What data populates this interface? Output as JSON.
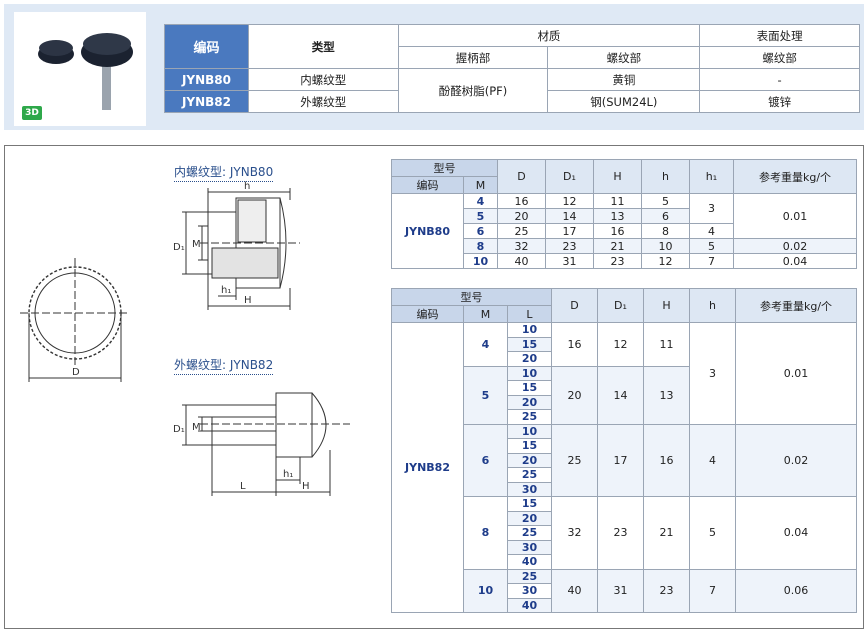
{
  "header_table": {
    "headers": {
      "code": "编码",
      "type": "类型",
      "material": "材质",
      "surface": "表面处理",
      "grip": "握柄部",
      "thread": "螺纹部",
      "surf_thread": "螺纹部"
    },
    "rows": [
      {
        "code": "JYNB80",
        "type": "内螺纹型",
        "thread": "黄铜",
        "surface": "-"
      },
      {
        "code": "JYNB82",
        "type": "外螺纹型",
        "thread": "钢(SUM24L)",
        "surface": "镀锌"
      }
    ],
    "grip_material": "酚醛树脂(PF)"
  },
  "badge": "3D",
  "drawings": {
    "internal_caption": "内螺纹型: JYNB80",
    "external_caption": "外螺纹型: JYNB82",
    "labels": {
      "D": "D",
      "D1": "D₁",
      "M": "M",
      "h": "h",
      "h1": "h₁",
      "H": "H",
      "L": "L"
    }
  },
  "table1": {
    "headers": {
      "model": "型号",
      "code": "编码",
      "M": "M",
      "D": "D",
      "D1": "D₁",
      "H": "H",
      "h": "h",
      "h1": "h₁",
      "weight": "参考重量kg/个"
    },
    "code": "JYNB80",
    "rows": [
      {
        "M": "4",
        "D": "16",
        "D1": "12",
        "H": "11",
        "h": "5"
      },
      {
        "M": "5",
        "D": "20",
        "D1": "14",
        "H": "13",
        "h": "6"
      },
      {
        "M": "6",
        "D": "25",
        "D1": "17",
        "H": "16",
        "h": "8"
      },
      {
        "M": "8",
        "D": "32",
        "D1": "23",
        "H": "21",
        "h": "10"
      },
      {
        "M": "10",
        "D": "40",
        "D1": "31",
        "H": "23",
        "h": "12"
      }
    ],
    "h1": [
      "3",
      "4",
      "5",
      "7"
    ],
    "weights": [
      "0.01",
      "0.02",
      "0.04"
    ]
  },
  "table2": {
    "headers": {
      "model": "型号",
      "code": "编码",
      "M": "M",
      "L": "L",
      "D": "D",
      "D1": "D₁",
      "H": "H",
      "h": "h",
      "weight": "参考重量kg/个"
    },
    "code": "JYNB82",
    "groups": [
      {
        "M": "4",
        "L": [
          "10",
          "15",
          "20"
        ],
        "D": "16",
        "D1": "12",
        "H": "11"
      },
      {
        "M": "5",
        "L": [
          "10",
          "15",
          "20",
          "25"
        ],
        "D": "20",
        "D1": "14",
        "H": "13"
      },
      {
        "M": "6",
        "L": [
          "10",
          "15",
          "20",
          "25",
          "30"
        ],
        "D": "25",
        "D1": "17",
        "H": "16",
        "h": "4",
        "w": "0.02"
      },
      {
        "M": "8",
        "L": [
          "15",
          "20",
          "25",
          "30",
          "40"
        ],
        "D": "32",
        "D1": "23",
        "H": "21",
        "h": "5",
        "w": "0.04"
      },
      {
        "M": "10",
        "L": [
          "25",
          "30",
          "40"
        ],
        "D": "40",
        "D1": "31",
        "H": "23",
        "h": "7",
        "w": "0.06"
      }
    ],
    "h_45": "3",
    "w_45": "0.01"
  }
}
